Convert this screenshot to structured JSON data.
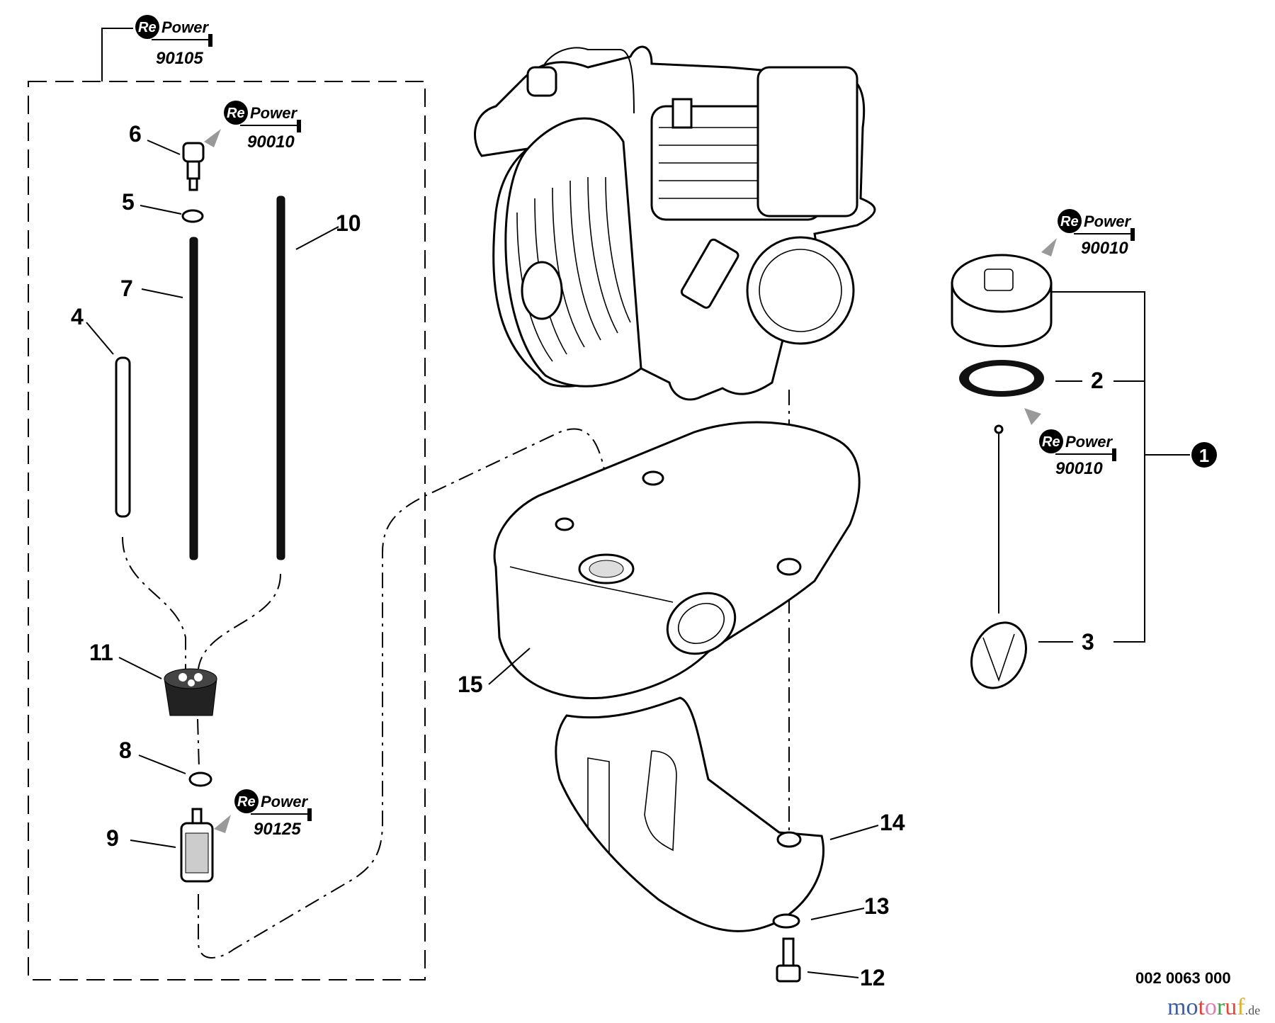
{
  "callouts": {
    "c1": "1",
    "c2": "2",
    "c3": "3",
    "c4": "4",
    "c5": "5",
    "c6": "6",
    "c7": "7",
    "c8": "8",
    "c9": "9",
    "c10": "10",
    "c11": "11",
    "c12": "12",
    "c13": "13",
    "c14": "14",
    "c15": "15"
  },
  "repower": {
    "brand_prefix": "Re",
    "brand_word": "Power",
    "kit_fuel_system": "90105",
    "kit_fitting": "90010",
    "kit_cap": "90010",
    "kit_gasket": "90010",
    "kit_filter": "90125"
  },
  "drawing_number": "002 0063 000",
  "watermark": {
    "letters": [
      "m",
      "o",
      "t",
      "o",
      "r",
      "u",
      "f"
    ],
    "suffix": ".de",
    "colors": [
      "#3a5fa8",
      "#3a5fa8",
      "#e0403a",
      "#e07bb0",
      "#3aa04a",
      "#e04a3a",
      "#e0b030"
    ]
  },
  "colors": {
    "line": "#000000",
    "background": "#ffffff",
    "callout_badge": "#000000"
  }
}
